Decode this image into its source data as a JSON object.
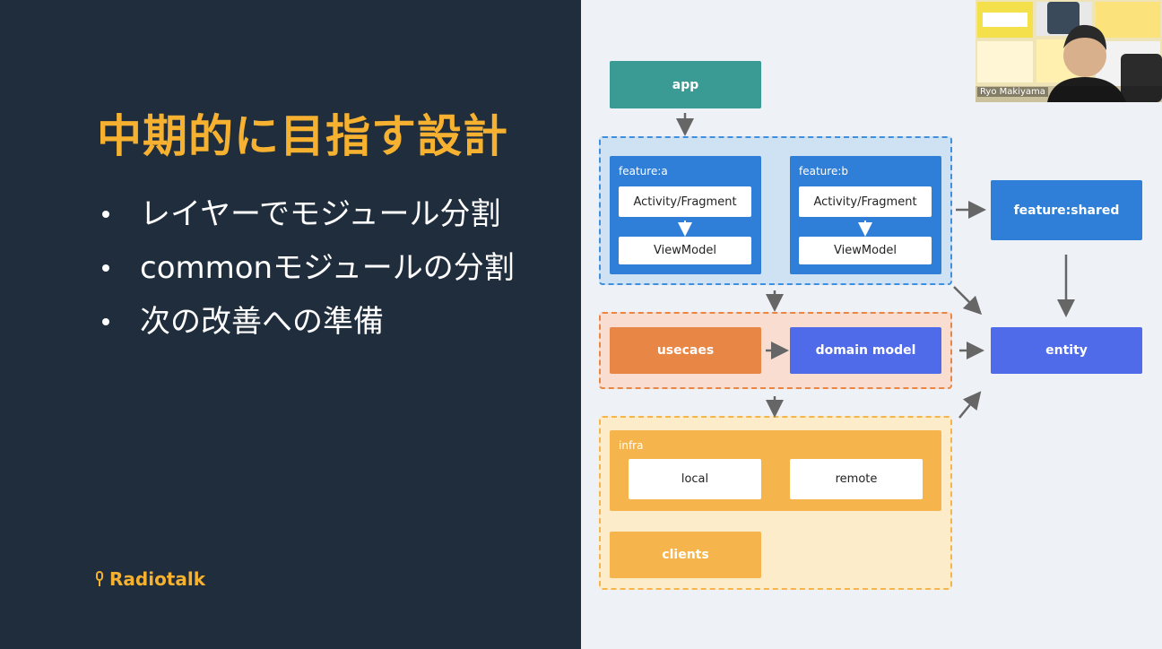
{
  "slide": {
    "title": "中期的に目指す設計",
    "bullets": [
      "レイヤーでモジュール分割",
      "commonモジュールの分割",
      "次の改善への準備"
    ],
    "brand": "Radiotalk"
  },
  "diagram": {
    "app": "app",
    "feature_a": {
      "label": "feature:a",
      "top": "Activity/Fragment",
      "bottom": "ViewModel"
    },
    "feature_b": {
      "label": "feature:b",
      "top": "Activity/Fragment",
      "bottom": "ViewModel"
    },
    "feature_shared": "feature:shared",
    "usecase": "usecaes",
    "domain_model": "domain model",
    "entity": "entity",
    "infra": {
      "label": "infra",
      "local": "local",
      "remote": "remote"
    },
    "clients": "clients"
  },
  "webcam": {
    "participant_name": "Ryo Makiyama"
  },
  "colors": {
    "slide_bg": "#1f2d3c",
    "accent": "#f5b12f",
    "app": "#3a9a94",
    "feature": "#2f7fd8",
    "entity": "#4f6bea",
    "usecase": "#e88645",
    "infra": "#f5b54c"
  }
}
